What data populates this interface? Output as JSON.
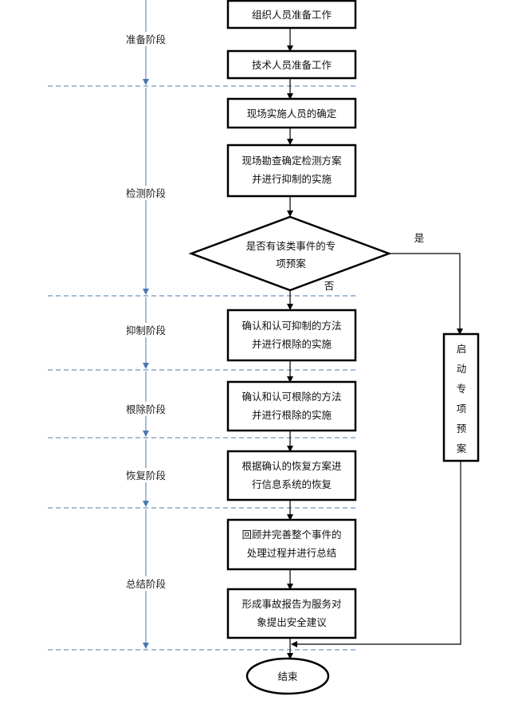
{
  "stages": [
    {
      "label": "准备阶段"
    },
    {
      "label": "检测阶段"
    },
    {
      "label": "抑制阶段"
    },
    {
      "label": "根除阶段"
    },
    {
      "label": "恢复阶段"
    },
    {
      "label": "总结阶段"
    }
  ],
  "steps": [
    {
      "lines": [
        "组织人员准备工作"
      ]
    },
    {
      "lines": [
        "技术人员准备工作"
      ]
    },
    {
      "lines": [
        "现场实施人员的确定"
      ]
    },
    {
      "lines": [
        "现场勘查确定检测方案",
        "并进行抑制的实施"
      ]
    },
    {
      "lines": [
        "确认和认可抑制的方法",
        "并进行根除的实施"
      ]
    },
    {
      "lines": [
        "确认和认可根除的方法",
        "并进行根除的实施"
      ]
    },
    {
      "lines": [
        "根据确认的恢复方案进",
        "行信息系统的恢复"
      ]
    },
    {
      "lines": [
        "回顾并完善整个事件的",
        "处理过程并进行总结"
      ]
    },
    {
      "lines": [
        "形成事故报告为服务对",
        "象提出安全建议"
      ]
    }
  ],
  "decision": {
    "lines": [
      "是否有该类事件的专",
      "项预案"
    ],
    "yes": "是",
    "no": "否"
  },
  "side_box": {
    "chars": [
      "启",
      "动",
      "专",
      "项",
      "预",
      "案"
    ]
  },
  "end": {
    "label": "结束"
  }
}
